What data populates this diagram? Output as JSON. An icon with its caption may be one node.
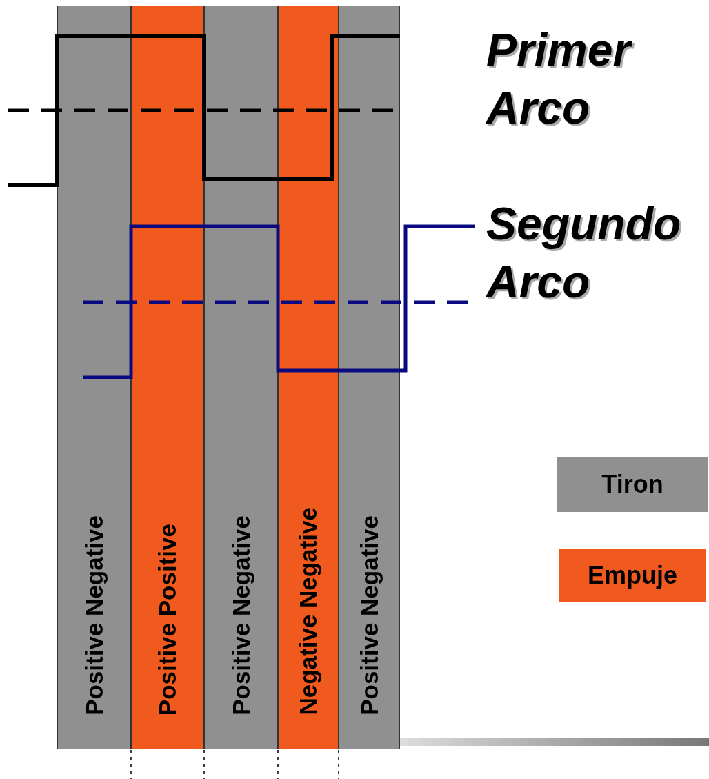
{
  "diagram": {
    "nodes": [
      {
        "text": [
          "Positive Negative"
        ]
      },
      {
        "text": [
          "Positive Positive"
        ]
      },
      {
        "text": [
          "Positive Negative"
        ]
      },
      {
        "text": [
          "Negative Negative"
        ]
      },
      {
        "text": [
          "Positive Negative"
        ]
      }
    ],
    "labels": [
      "Primer Arco",
      "Segundo Arco"
    ],
    "legend": [
      {
        "text": "Tiron",
        "color": "#909090"
      },
      {
        "text": "Empuje",
        "color": "#f15a1f"
      }
    ]
  }
}
